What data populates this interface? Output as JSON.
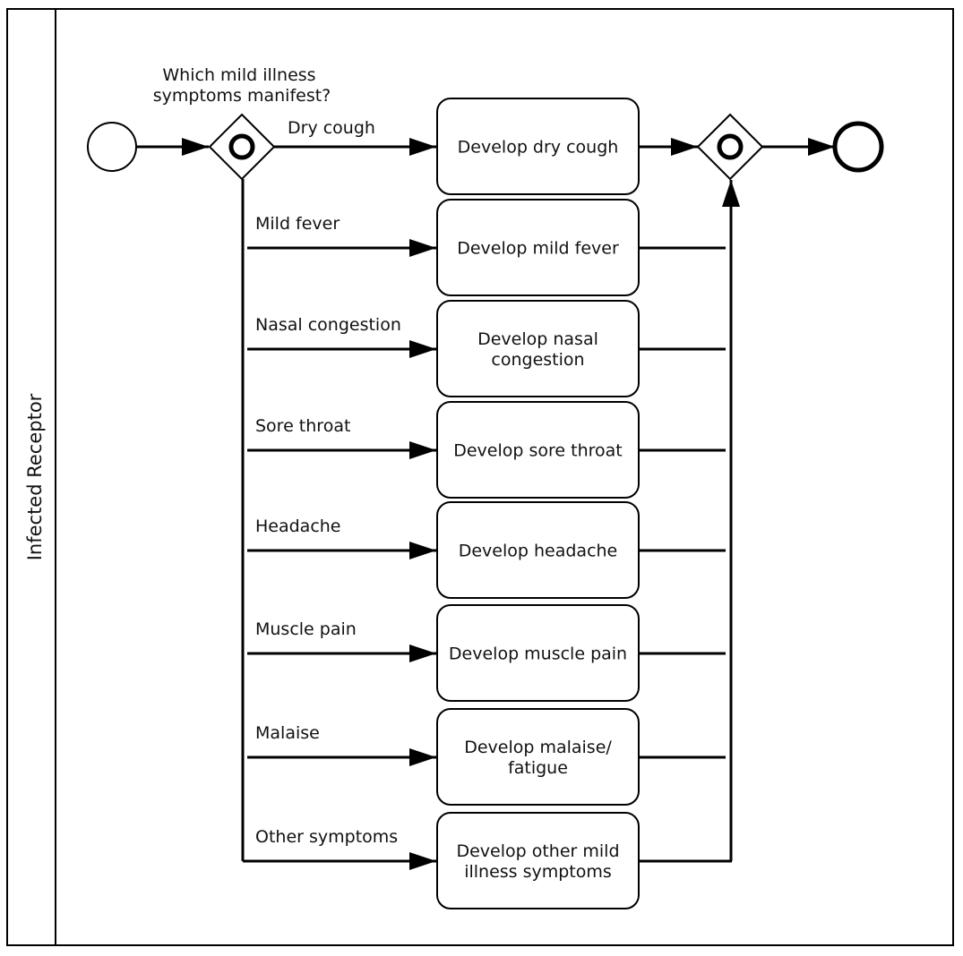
{
  "lane": {
    "title": "Infected Receptor"
  },
  "gateway": {
    "question": [
      "Which mild illness",
      "symptoms manifest?"
    ]
  },
  "branches": [
    {
      "flow_label": "Dry cough",
      "task": [
        "Develop dry cough"
      ]
    },
    {
      "flow_label": "Mild fever",
      "task": [
        "Develop mild fever"
      ]
    },
    {
      "flow_label": "Nasal congestion",
      "task": [
        "Develop nasal",
        "congestion"
      ]
    },
    {
      "flow_label": "Sore throat",
      "task": [
        "Develop sore throat"
      ]
    },
    {
      "flow_label": "Headache",
      "task": [
        "Develop headache"
      ]
    },
    {
      "flow_label": "Muscle pain",
      "task": [
        "Develop muscle pain"
      ]
    },
    {
      "flow_label": "Malaise",
      "task": [
        "Develop malaise/",
        "fatigue"
      ]
    },
    {
      "flow_label": "Other symptoms",
      "task": [
        "Develop other mild",
        "illness symptoms"
      ]
    }
  ]
}
